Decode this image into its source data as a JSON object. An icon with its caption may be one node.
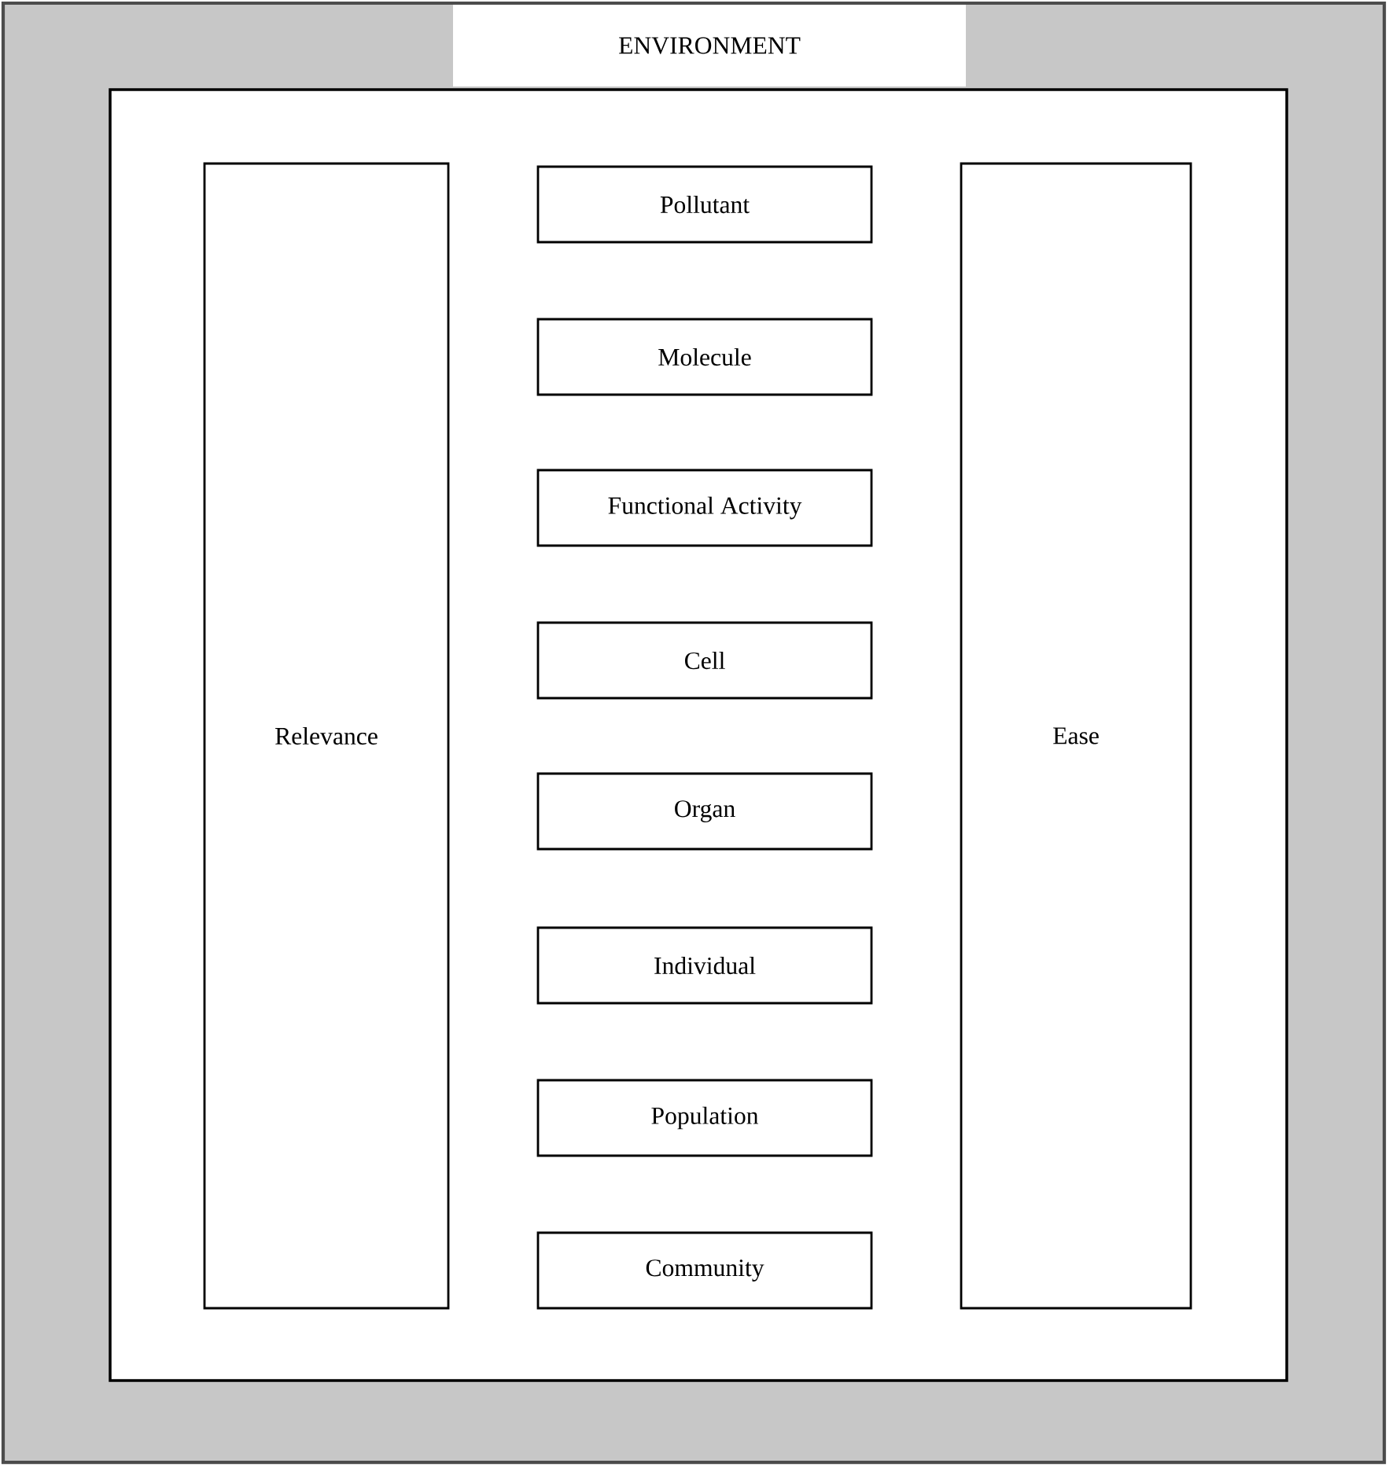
{
  "diagram": {
    "nodes": [
      {
        "text": [
          "ENVIRONMENT"
        ]
      },
      {
        "text": [],
        "shape": "box",
        "in": 0
      },
      {
        "text": [
          "Relevance"
        ],
        "in": 1
      },
      {
        "text": [
          "Pollutant"
        ],
        "in": 1
      },
      {
        "text": [
          "Molecule"
        ],
        "in": 1
      },
      {
        "text": [
          "Functional Activity"
        ],
        "in": 1
      },
      {
        "text": [
          "Cell"
        ],
        "in": 1
      },
      {
        "text": [
          "Organ"
        ],
        "in": 1
      },
      {
        "text": [
          "Individual"
        ],
        "in": 1
      },
      {
        "text": [
          "Population"
        ],
        "in": 1
      },
      {
        "text": [
          "Community"
        ],
        "in": 1
      },
      {
        "text": [
          "Ease"
        ],
        "in": 1
      }
    ]
  }
}
